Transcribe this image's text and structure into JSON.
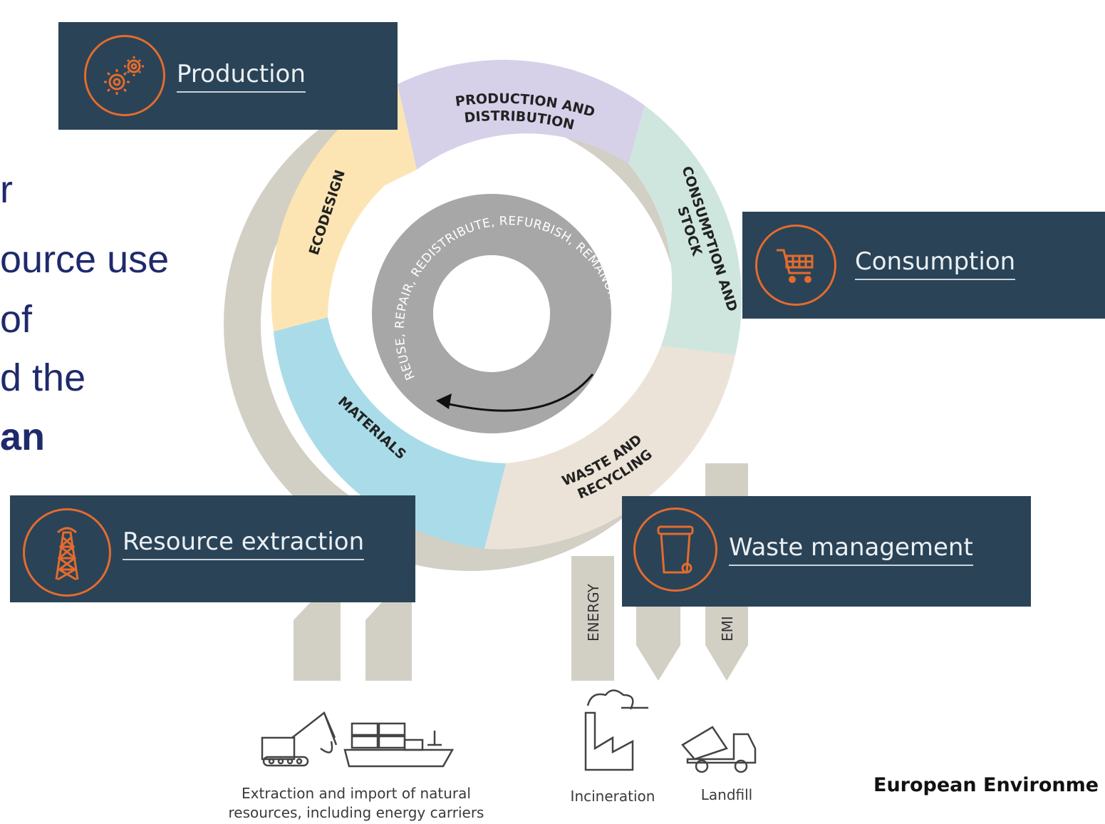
{
  "slide_text": {
    "line1": "r",
    "line2": "ource use",
    "line3": "of",
    "line4": "d the",
    "line5": "an"
  },
  "stages": {
    "production": "Production",
    "consumption": "Consumption",
    "resource_extraction": "Resource extraction",
    "waste_management": "Waste management"
  },
  "segments": {
    "production_distribution_1": "PRODUCTION AND",
    "production_distribution_2": "DISTRIBUTION",
    "consumption_stock_1": "CONSUMPTION AND",
    "consumption_stock_2": "STOCK",
    "waste_recycling_1": "WASTE AND",
    "waste_recycling_2": "RECYCLING",
    "materials": "MATERIALS",
    "ecodesign": "ECODESIGN"
  },
  "inner_loop": "REUSE, REPAIR, REDISTRIBUTE, REFURBISH, REMANUFACTURE",
  "flows": {
    "energy": "ENERGY",
    "emissions_partial": "EMI"
  },
  "captions": {
    "extraction_line1": "Extraction and import of natural",
    "extraction_line2": "resources, including energy carriers",
    "incineration": "Incineration",
    "landfill": "Landfill"
  },
  "source": "European Environme",
  "colors": {
    "box_bg": "#2a4357",
    "icon_accent": "#e46b2e",
    "outer_ring": "#d2cfc5",
    "ecodesign": "#fce5b3",
    "production_distribution": "#d6d1e9",
    "consumption_stock": "#cfe6df",
    "waste_recycling": "#ece3d8",
    "materials": "#a9dce8",
    "inner_ring": "#a7a7a7",
    "slide_text": "#1f2a6b"
  }
}
